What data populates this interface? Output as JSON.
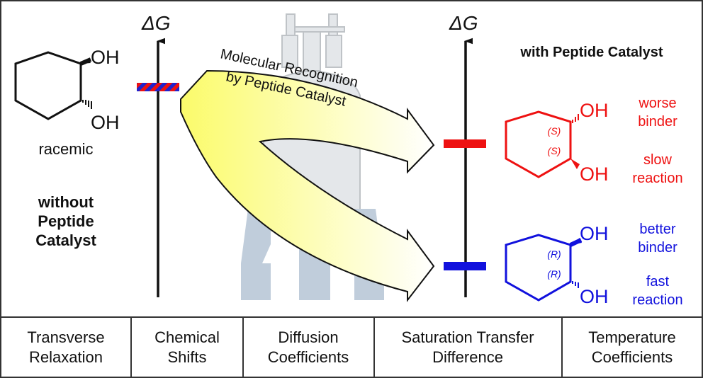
{
  "left_panel": {
    "oh_top": "OH",
    "oh_bottom": "OH",
    "racemic_label": "racemic",
    "condition_line1": "without",
    "condition_line2": "Peptide",
    "condition_line3": "Catalyst"
  },
  "axes": {
    "left_label": "ΔG",
    "right_label": "ΔG"
  },
  "arrow_text": {
    "line1": "Molecular Recognition",
    "line2": "by Peptide Catalyst"
  },
  "right_panel": {
    "title": "with Peptide Catalyst",
    "upper": {
      "oh_top": "OH",
      "oh_bottom": "OH",
      "stereo1": "(S)",
      "stereo2": "(S)",
      "note1_line1": "worse",
      "note1_line2": "binder",
      "note2_line1": "slow",
      "note2_line2": "reaction",
      "color": "#ee1111"
    },
    "lower": {
      "oh_top": "OH",
      "oh_bottom": "OH",
      "stereo1": "(R)",
      "stereo2": "(R)",
      "note1_line1": "better",
      "note1_line2": "binder",
      "note2_line1": "fast",
      "note2_line2": "reaction",
      "color": "#1111dd"
    }
  },
  "techniques": [
    {
      "line1": "Transverse",
      "line2": "Relaxation"
    },
    {
      "line1": "Chemical",
      "line2": "Shifts"
    },
    {
      "line1": "Diffusion",
      "line2": "Coefficients"
    },
    {
      "line1": "Saturation Transfer",
      "line2": "Difference"
    },
    {
      "line1": "Temperature",
      "line2": "Coefficients"
    }
  ],
  "colors": {
    "arrow_fill_start": "#fbfb6a",
    "arrow_fill_end": "#ffffff",
    "nmr_silhouette": "#c0cddb",
    "racemic_bar_red": "#ee1111",
    "racemic_bar_blue": "#2222cc"
  }
}
